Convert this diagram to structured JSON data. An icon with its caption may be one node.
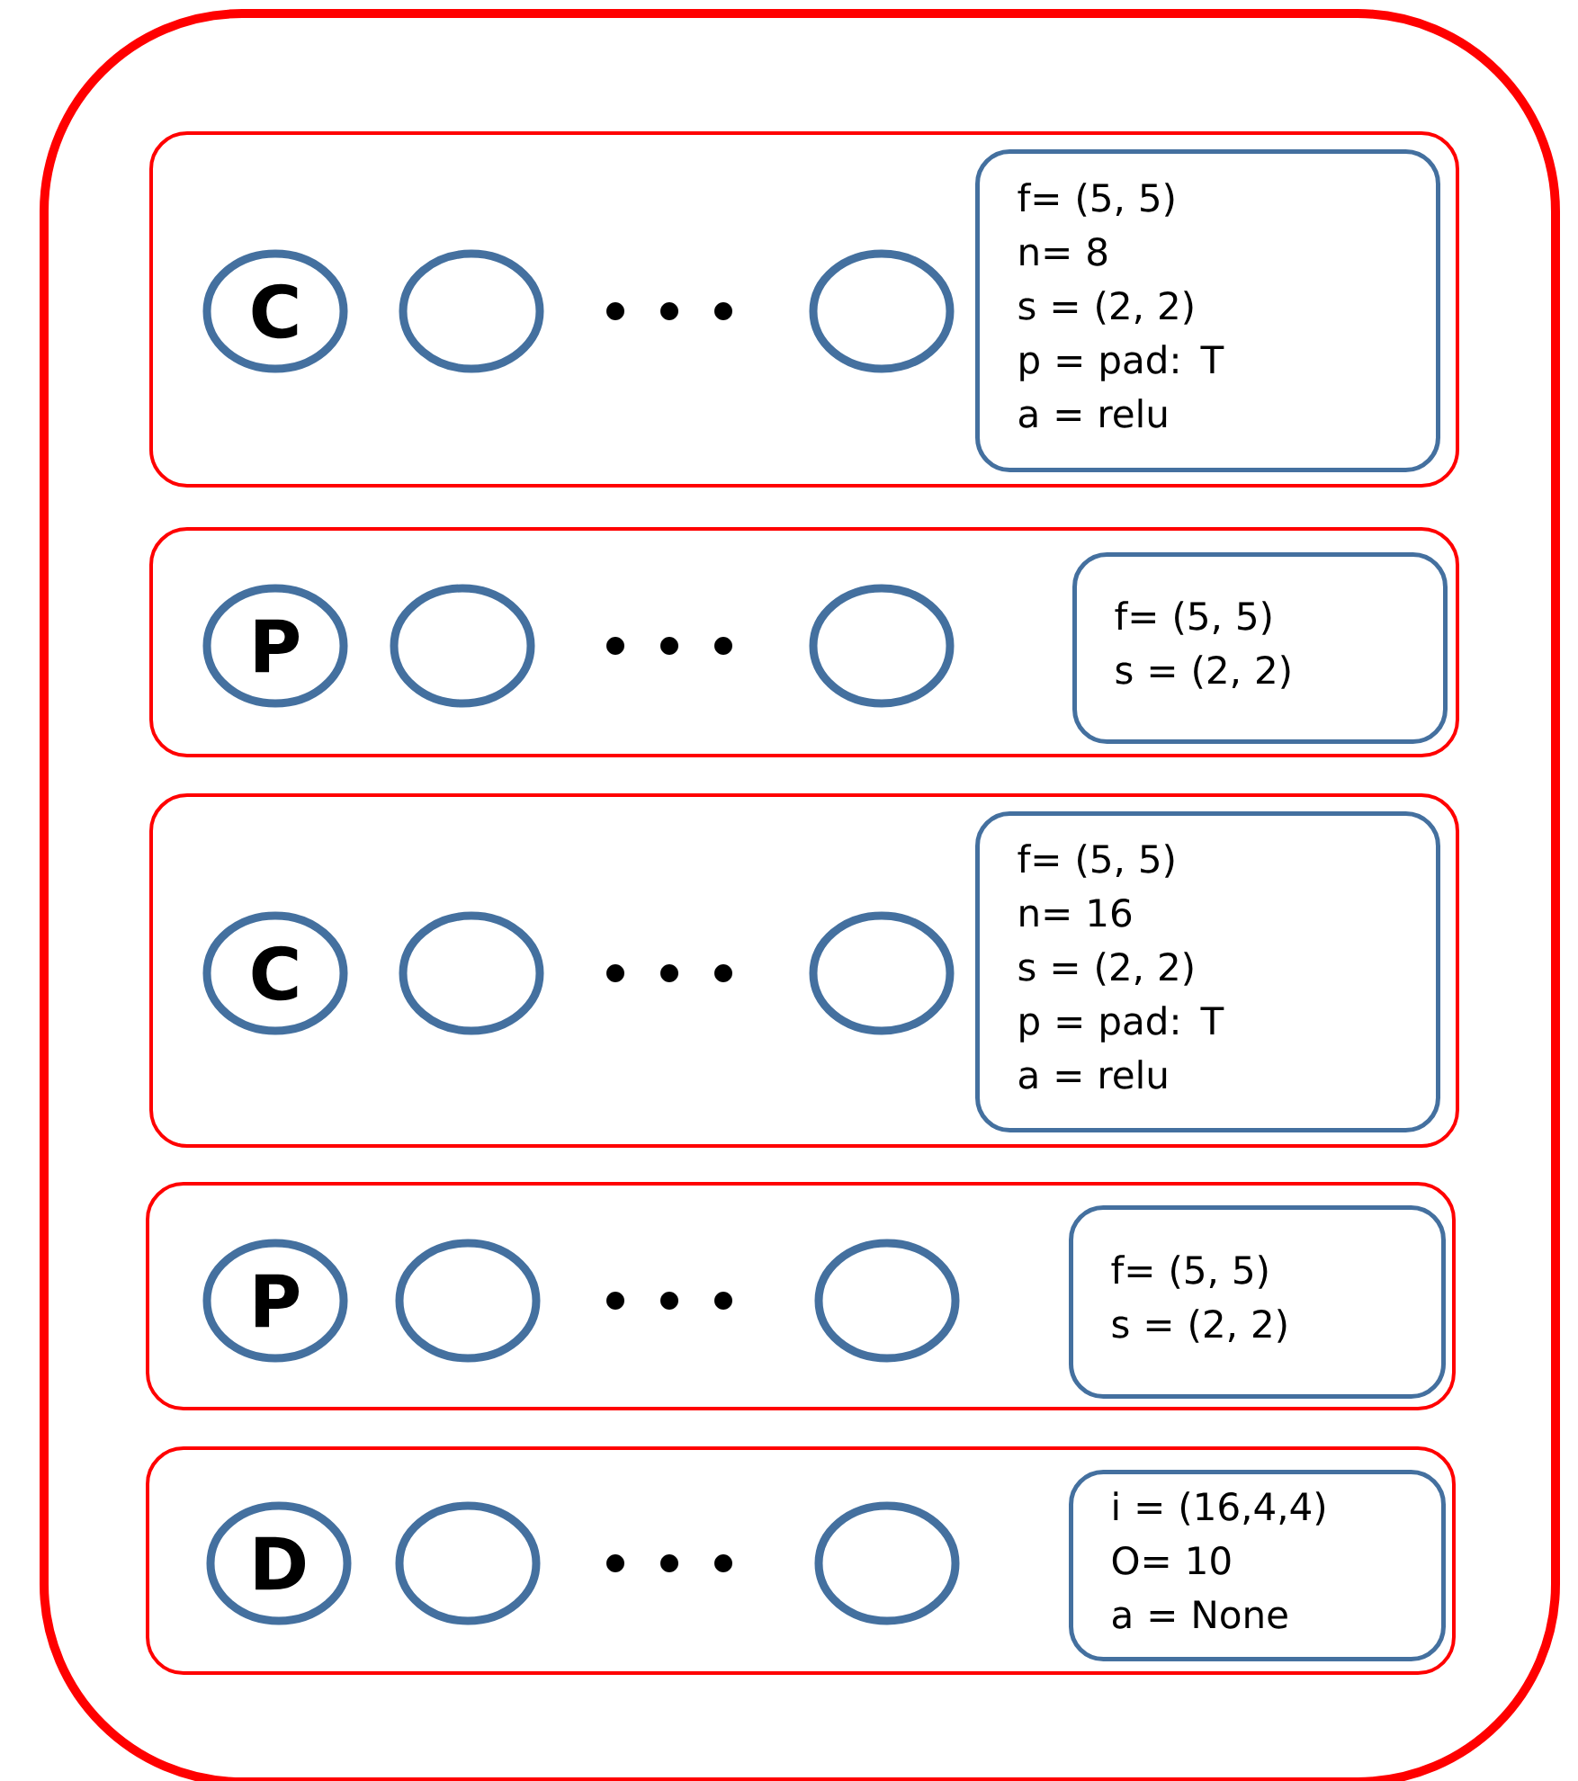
{
  "diagram": {
    "nodes": [
      {
        "text": [],
        "shape": "box"
      },
      {
        "text": [],
        "shape": "box",
        "in": 0
      },
      {
        "text": [
          "C"
        ],
        "in": 1
      },
      {
        "text": [],
        "shape": "circle",
        "in": 1
      },
      {
        "text": [],
        "shape": "circle",
        "in": 1
      },
      {
        "text": [
          "f= (5, 5)",
          "n= 8",
          "s = (2, 2)",
          "p = pad: T",
          "a = relu"
        ],
        "in": 1
      },
      {
        "text": [],
        "shape": "box",
        "in": 0
      },
      {
        "text": [
          "P"
        ],
        "in": 6
      },
      {
        "text": [],
        "shape": "circle",
        "in": 6
      },
      {
        "text": [],
        "shape": "circle",
        "in": 6
      },
      {
        "text": [
          "f= (5, 5)",
          "s = (2, 2)"
        ],
        "in": 6
      },
      {
        "text": [],
        "shape": "box",
        "in": 0
      },
      {
        "text": [
          "C"
        ],
        "in": 11
      },
      {
        "text": [],
        "shape": "circle",
        "in": 11
      },
      {
        "text": [],
        "shape": "circle",
        "in": 11
      },
      {
        "text": [
          "f= (5, 5)",
          "n= 16",
          "s = (2, 2)",
          "p = pad: T",
          "a = relu"
        ],
        "in": 11
      },
      {
        "text": [],
        "shape": "box",
        "in": 0
      },
      {
        "text": [
          "P"
        ],
        "in": 16
      },
      {
        "text": [],
        "shape": "circle",
        "in": 16
      },
      {
        "text": [],
        "shape": "circle",
        "in": 16
      },
      {
        "text": [
          "f= (5, 5)",
          "s = (2, 2)"
        ],
        "in": 16
      },
      {
        "text": [],
        "shape": "box",
        "in": 0
      },
      {
        "text": [
          "D"
        ],
        "in": 21
      },
      {
        "text": [],
        "shape": "circle",
        "in": 21
      },
      {
        "text": [],
        "shape": "circle",
        "in": 21
      },
      {
        "text": [
          "i = (16,4,4)",
          "O= 10",
          "a = None"
        ],
        "in": 21
      }
    ]
  }
}
